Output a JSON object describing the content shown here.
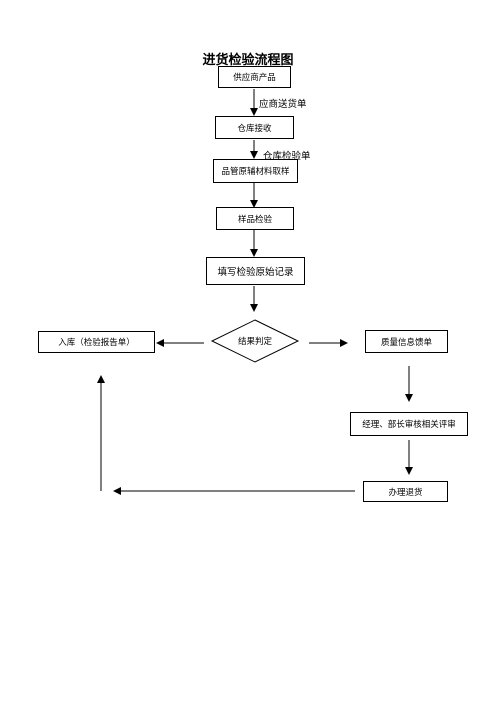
{
  "diagram": {
    "title": "进货检验流程图",
    "nodes": {
      "supplier": "供应商产品",
      "warehouse_receive": "仓库接收",
      "qc_sampling": "品管原辅材料取样",
      "sample_inspection": "样品检验",
      "fill_record": "填写检验原始记录",
      "judgement": "结果判定",
      "storage": "入库（检验报告单）",
      "quality_feedback": "质量信息馈单",
      "manager_review": "经理、部长审核相关评审",
      "return_goods": "办理退货"
    },
    "edge_labels": {
      "delivery_note": "应商送货单",
      "warehouse_inspection_note": "仓库检验单"
    }
  }
}
